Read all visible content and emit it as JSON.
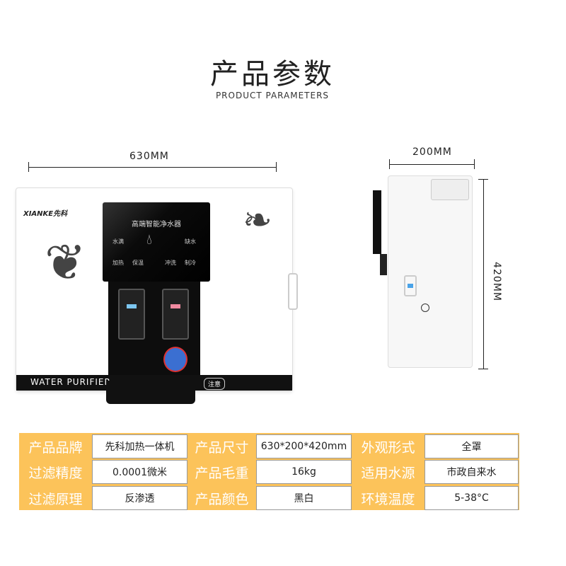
{
  "header": {
    "title": "产品参数",
    "subtitle": "PRODUCT PARAMETERS"
  },
  "dimensions": {
    "width": "630MM",
    "depth": "200MM",
    "height": "420MM"
  },
  "product": {
    "brand_logo": "XIANKE先科",
    "panel_title": "高端智能净水器",
    "panel_icons": [
      "水满",
      "缺水",
      "加热",
      "保温",
      "冲洗",
      "制冷"
    ],
    "front_label": "WATER PURIFIER",
    "warning_label": "注意"
  },
  "specs": [
    [
      {
        "label": "产品品牌",
        "value": "先科加热一体机"
      },
      {
        "label": "产品尺寸",
        "value": "630*200*420mm"
      },
      {
        "label": "外观形式",
        "value": "全罩"
      }
    ],
    [
      {
        "label": "过滤精度",
        "value": "0.0001微米"
      },
      {
        "label": "产品毛重",
        "value": "16kg"
      },
      {
        "label": "适用水源",
        "value": "市政自来水"
      }
    ],
    [
      {
        "label": "过滤原理",
        "value": "反渗透"
      },
      {
        "label": "产品颜色",
        "value": "黑白"
      },
      {
        "label": "环境温度",
        "value": "5-38°C"
      }
    ]
  ],
  "colors": {
    "label_bg": "#fcc35a"
  }
}
